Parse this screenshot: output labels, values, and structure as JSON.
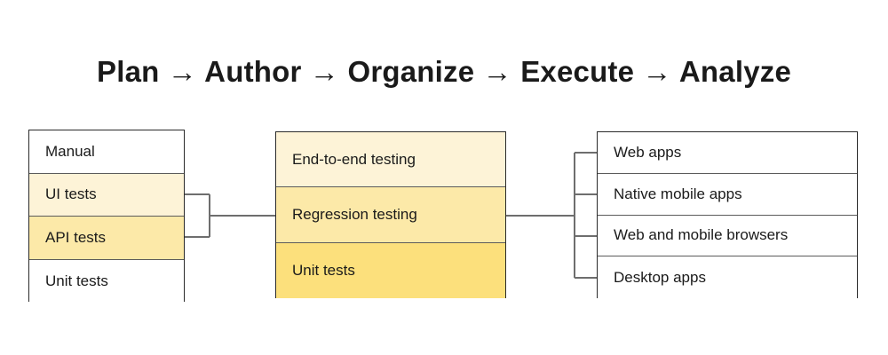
{
  "title": "Plan → Author → Organize → Execute → Analyze",
  "colors": {
    "background": "#ffffff",
    "text": "#1a1a1a",
    "box_border": "#2a2a2a",
    "row_divider": "#5b5b5b",
    "connector": "#6e6e6e",
    "yellow_light": "#fdf3d7",
    "yellow_medium": "#fce9a8",
    "yellow_dark": "#fce07c",
    "white": "#ffffff"
  },
  "left_column": {
    "name": "test-types",
    "rows": [
      {
        "label": "Manual",
        "fill": "#ffffff",
        "connected": false
      },
      {
        "label": "UI tests",
        "fill": "#fdf3d7",
        "connected": true
      },
      {
        "label": "API tests",
        "fill": "#fce9a8",
        "connected": true
      },
      {
        "label": "Unit tests",
        "fill": "#ffffff",
        "connected": false
      }
    ]
  },
  "middle_column": {
    "name": "test-levels",
    "rows": [
      {
        "label": "End-to-end testing",
        "fill": "#fdf3d7",
        "connected": false
      },
      {
        "label": "Regression testing",
        "fill": "#fce9a8",
        "connected": true
      },
      {
        "label": "Unit tests",
        "fill": "#fce07c",
        "connected": false
      }
    ]
  },
  "right_column": {
    "name": "target-platforms",
    "rows": [
      {
        "label": "Web apps",
        "fill": "#ffffff",
        "connected": true
      },
      {
        "label": "Native mobile apps",
        "fill": "#ffffff",
        "connected": true
      },
      {
        "label": "Web and mobile browsers",
        "fill": "#ffffff",
        "connected": true
      },
      {
        "label": "Desktop apps",
        "fill": "#ffffff",
        "connected": true
      }
    ]
  },
  "connectors": {
    "left_bracket_label": "merge-ui-and-api-tests",
    "right_bracket_label": "fan-out-to-platforms"
  }
}
